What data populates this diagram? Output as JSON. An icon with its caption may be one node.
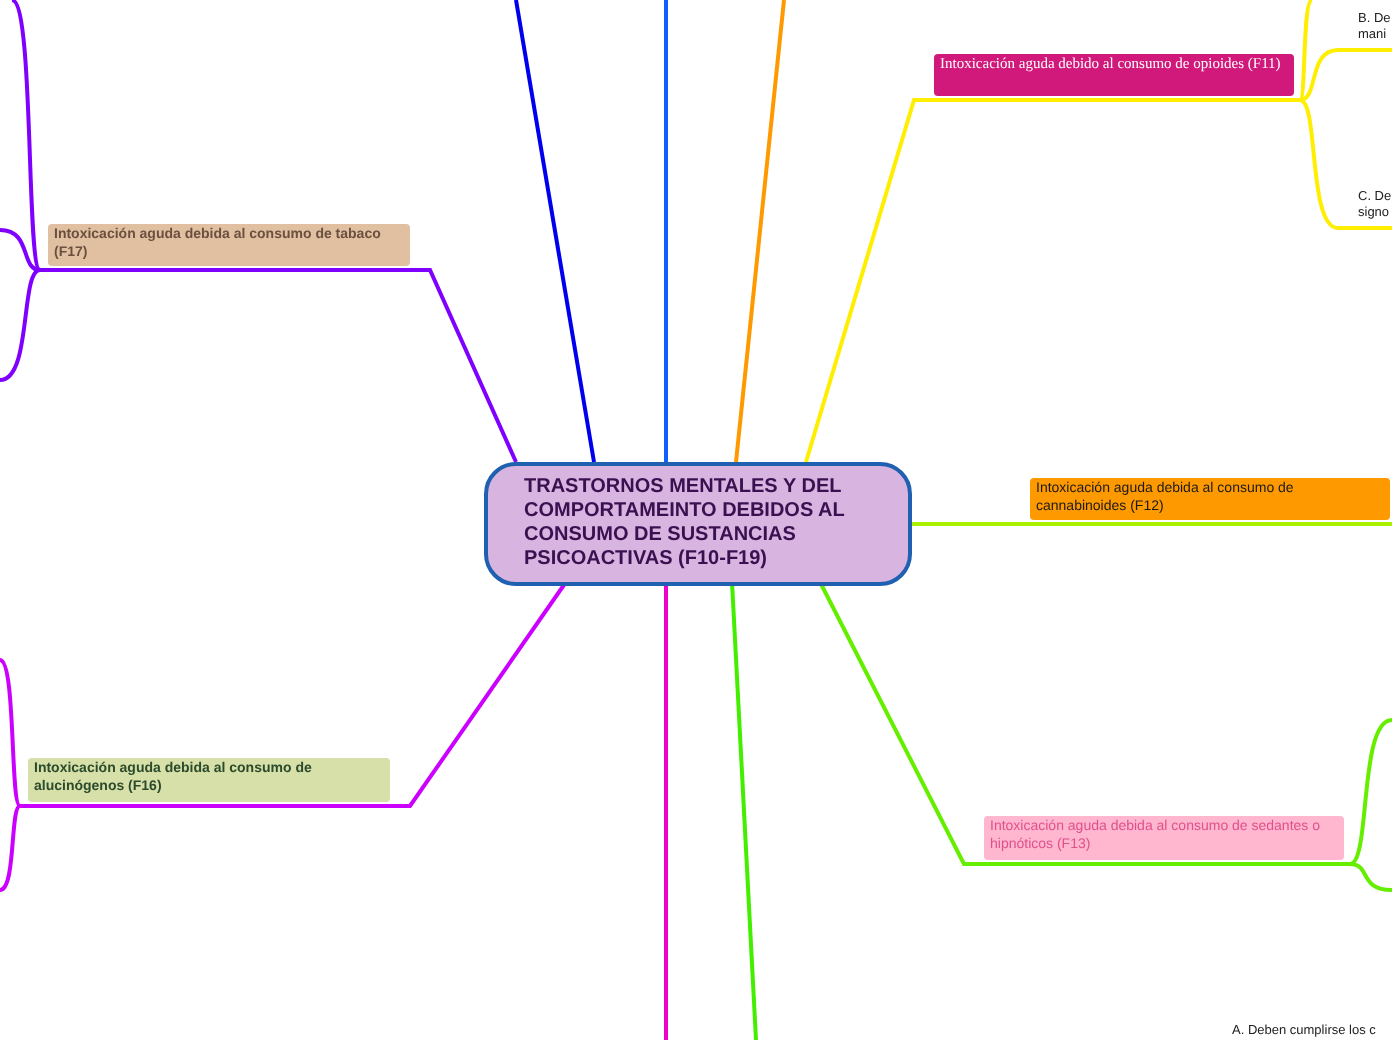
{
  "diagram": {
    "nodes": [
      {
        "text": [
          "TRASTORNOS MENTALES Y DEL COMPORTAMEINTO DEBIDOS AL CONSUMO DE SUSTANCIAS PSICOACTIVAS (F10-F19)"
        ]
      },
      {
        "text": [
          "Intoxicación aguda  debido al consumo de opioides (F11)"
        ]
      },
      {
        "text": [
          "Intoxicación aguda debida al consumo de cannabinoides (F12)"
        ]
      },
      {
        "text": [
          "Intoxicación aguda debida al consumo de sedantes o hipnóticos (F13)"
        ]
      },
      {
        "text": [
          "Intoxicación aguda debida al consumo de tabaco (F17)"
        ]
      },
      {
        "text": [
          "Intoxicación aguda debida al consumo de alucinógenos (F16)"
        ]
      },
      {
        "text": [
          "B. De mani"
        ]
      },
      {
        "text": [
          "C. De signo"
        ]
      },
      {
        "text": [
          "A. Deben cumplirse los c"
        ]
      }
    ],
    "edges": [
      {
        "from": 0,
        "to": 1,
        "arrow": "none",
        "color": "#ffee00"
      },
      {
        "from": 0,
        "to": 2,
        "arrow": "none",
        "color": "#aaee00"
      },
      {
        "from": 0,
        "to": 3,
        "arrow": "none",
        "color": "#66ee00"
      },
      {
        "from": 0,
        "to": 4,
        "arrow": "none",
        "color": "#8000ff"
      },
      {
        "from": 0,
        "to": 5,
        "arrow": "none",
        "color": "#cc00ff"
      },
      {
        "from": 0,
        "to": null,
        "arrow": "none",
        "color": "#0000ee"
      },
      {
        "from": 0,
        "to": null,
        "arrow": "none",
        "color": "#1060ff"
      },
      {
        "from": 0,
        "to": null,
        "arrow": "none",
        "color": "#ff9900"
      },
      {
        "from": 0,
        "to": null,
        "arrow": "none",
        "color": "#ee00cc"
      },
      {
        "from": 0,
        "to": null,
        "arrow": "none",
        "color": "#44ee00"
      },
      {
        "from": 1,
        "to": 6,
        "arrow": "none",
        "color": "#ffee00"
      },
      {
        "from": 1,
        "to": 7,
        "arrow": "none",
        "color": "#ffee00"
      },
      {
        "from": 1,
        "to": null,
        "arrow": "none",
        "color": "#ffee00"
      },
      {
        "from": 3,
        "to": null,
        "arrow": "none",
        "color": "#66ee00"
      },
      {
        "from": 3,
        "to": null,
        "arrow": "none",
        "color": "#66ee00"
      },
      {
        "from": 4,
        "to": null,
        "arrow": "none",
        "color": "#8000ff"
      },
      {
        "from": 4,
        "to": null,
        "arrow": "none",
        "color": "#8000ff"
      },
      {
        "from": 4,
        "to": null,
        "arrow": "none",
        "color": "#8000ff"
      },
      {
        "from": 5,
        "to": null,
        "arrow": "none",
        "color": "#cc00ff"
      },
      {
        "from": 5,
        "to": null,
        "arrow": "none",
        "color": "#cc00ff"
      }
    ]
  }
}
